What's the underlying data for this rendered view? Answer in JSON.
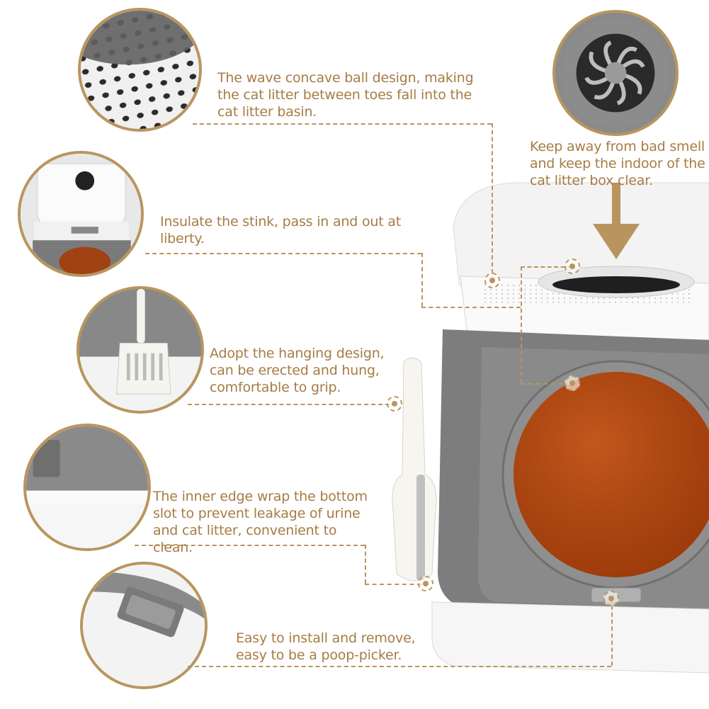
{
  "features": [
    {
      "id": "mesh",
      "text": "The wave concave ball design, making\nthe cat  litter between toes fall into the\ncat litter basin.",
      "image": "perforated-tray-with-cat-paw"
    },
    {
      "id": "deodorizer",
      "text": "Keep away from bad smell\nand keep the indoor of the\ncat litter box clear.",
      "image": "fan-deodorizer-vent"
    },
    {
      "id": "door",
      "text": "Insulate the stink, pass in and out at\nliberty.",
      "image": "litter-box-front-view"
    },
    {
      "id": "scoop",
      "text": "Adopt the hanging design,\ncan be erected and hung,\ncomfortable to grip.",
      "image": "hanging-scoop"
    },
    {
      "id": "edge",
      "text": "The inner edge wrap the bottom\n slot to prevent leakage of urine\nand cat litter, convenient to clean.",
      "image": "inner-edge-wrap"
    },
    {
      "id": "clip",
      "text": "Easy to install and remove,\neasy to be a poop-picker.",
      "image": "side-buckle-clip"
    }
  ],
  "colors": {
    "accent": "#b9955e",
    "text": "#a67c44",
    "box_grey": "#7d7d7d",
    "box_white": "#f4f4f4",
    "door_orange": "#b4460f"
  }
}
